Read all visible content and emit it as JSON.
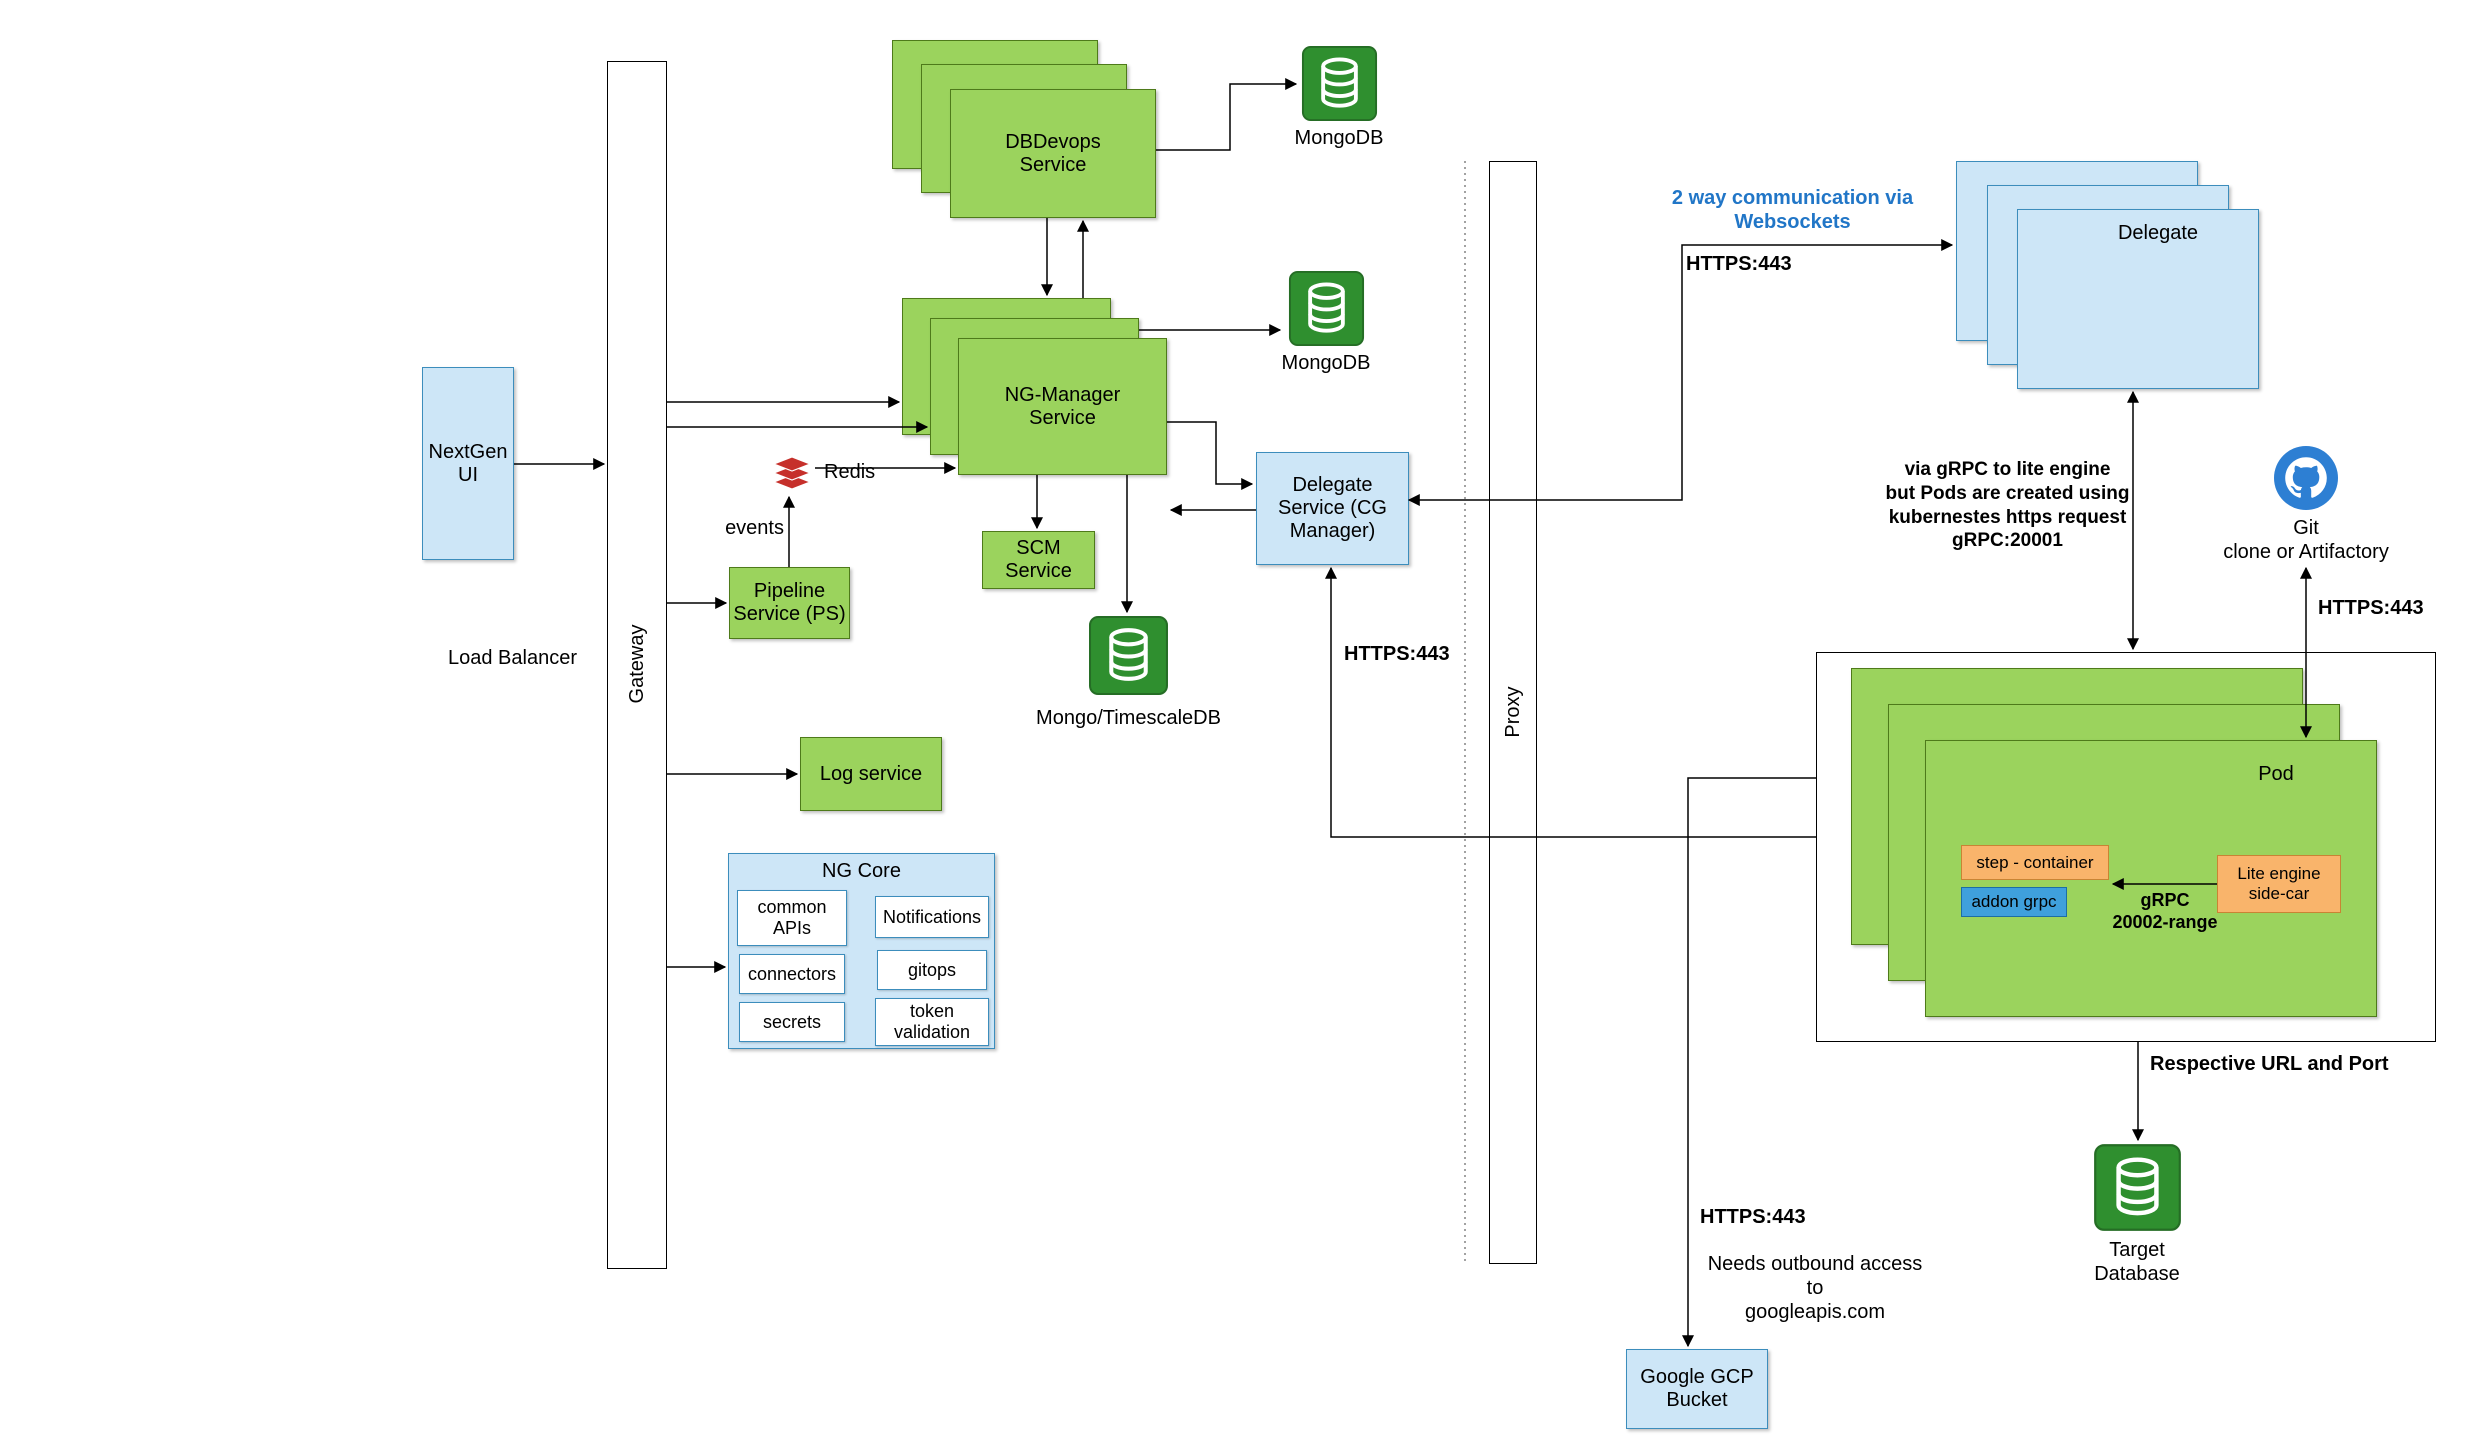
{
  "colors": {
    "green_fill": "#9BD35D",
    "green_border": "#4E7A1A",
    "blue_fill": "#CDE6F7",
    "blue_border": "#3C8DBC",
    "orange_fill": "#F9B46B",
    "addon_blue": "#3FA0DC",
    "db_icon_green": "#2F8F2F",
    "redis_red": "#C6302B",
    "git_blue": "#2D7FD3",
    "accent_blue_text": "#2176C7"
  },
  "nodes": {
    "nextgen_ui": {
      "label": "NextGen\nUI"
    },
    "load_balancer": {
      "label": "Load Balancer"
    },
    "gateway": {
      "label": "Gateway"
    },
    "dbdevops": {
      "label": "DBDevops\nService"
    },
    "mongodb_top": {
      "label": "MongoDB"
    },
    "mongodb_mid": {
      "label": "MongoDB"
    },
    "ng_manager": {
      "label": "NG-Manager\nService"
    },
    "redis": {
      "label": "Redis"
    },
    "events": {
      "label": "events"
    },
    "pipeline_service": {
      "label": "Pipeline\nService (PS)"
    },
    "scm_service": {
      "label": "SCM\nService"
    },
    "mongo_timescale": {
      "label": "Mongo/TimescaleDB"
    },
    "log_service": {
      "label": "Log service"
    },
    "ng_core": {
      "title": "NG Core",
      "items": [
        "common\nAPIs",
        "Notifications",
        "connectors",
        "gitops",
        "secrets",
        "token\nvalidation"
      ]
    },
    "delegate_service": {
      "label": "Delegate\nService (CG\nManager)"
    },
    "proxy": {
      "label": "Proxy"
    },
    "delegate": {
      "label": "Delegate"
    },
    "git": {
      "label": "Git\nclone or Artifactory"
    },
    "pod": {
      "label": "Pod"
    },
    "step_container": {
      "label": "step - container"
    },
    "addon_grpc": {
      "label": "addon grpc"
    },
    "lite_engine": {
      "label": "Lite engine\nside-car"
    },
    "target_database": {
      "label": "Target\nDatabase"
    },
    "gcp_bucket": {
      "label": "Google GCP\nBucket"
    }
  },
  "annotations": {
    "websockets": "2 way communication via\nWebsockets",
    "https_websockets": "HTTPS:443",
    "grpc_note": "via gRPC to lite engine\nbut Pods are created using\nkubernestes https request\ngRPC:20001",
    "https_git": "HTTPS:443",
    "https_delegate": "HTTPS:443",
    "grpc_range": "gRPC\n20002-range",
    "respective_url": "Respective URL and Port",
    "https_gcp": "HTTPS:443",
    "outbound": "Needs outbound access to\ngoogleapis.com"
  }
}
